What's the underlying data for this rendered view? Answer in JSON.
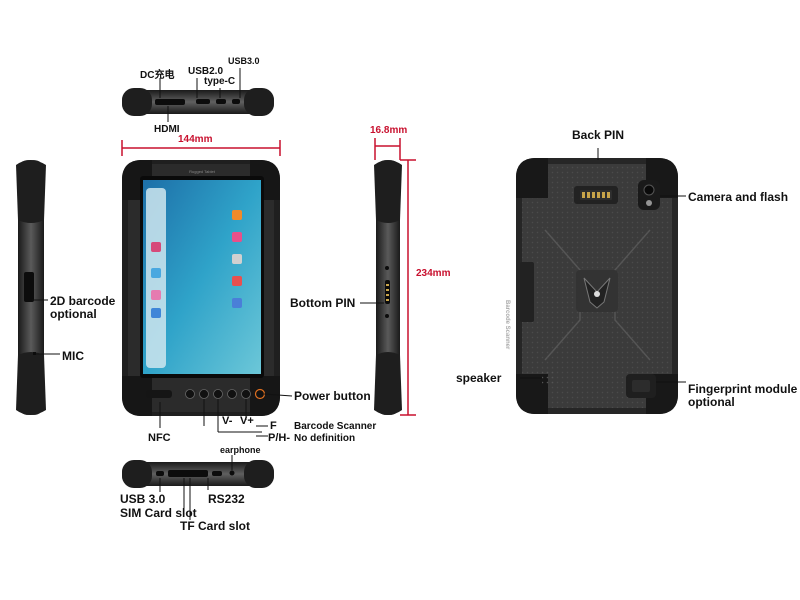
{
  "colors": {
    "device_body": "#3a3a3a",
    "device_edge": "#1c1c1c",
    "bumper": "#262626",
    "accent_orange": "#e07020",
    "dimension_red": "#c8102e",
    "screen_blue": "#2a8fc0"
  },
  "labels": {
    "dc_charge": "DC充电",
    "usb20": "USB2.0",
    "type_c": "type-C",
    "usb30_top": "USB3.0",
    "hdmi": "HDMI",
    "barcode_2d": "2D barcode",
    "barcode_2d_optional": "optional",
    "mic": "MIC",
    "nfc": "NFC",
    "power_button": "Power button",
    "vol_minus": "V-",
    "vol_plus": "V+",
    "key_f": "F",
    "key_ph": "P/H-",
    "barcode_scanner": "Barcode Scanner",
    "no_definition": "No definition",
    "earphone": "earphone",
    "usb30_bottom": "USB 3.0",
    "sim_card_slot": "SIM Card slot",
    "rs232": "RS232",
    "tf_card_slot": "TF Card slot",
    "bottom_pin": "Bottom PIN",
    "back_pin": "Back PIN",
    "camera_flash": "Camera and flash",
    "speaker": "speaker",
    "fingerprint": "Fingerprint module",
    "fingerprint_optional": "optional",
    "back_side_text": "Barcode Scanner"
  },
  "dimensions": {
    "width": "144mm",
    "thickness": "16.8mm",
    "height": "234mm"
  }
}
